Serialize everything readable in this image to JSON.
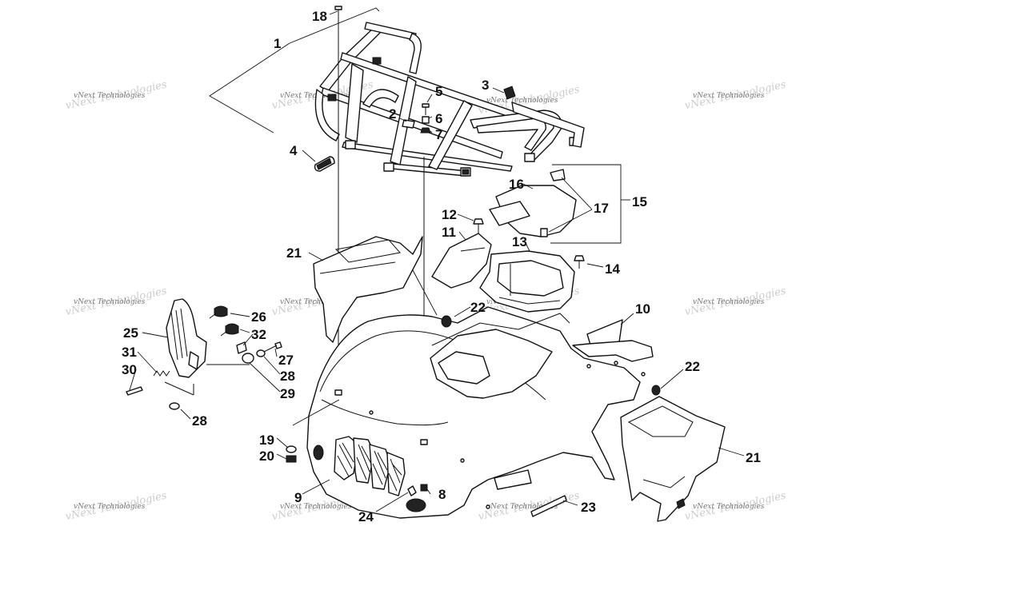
{
  "watermark": {
    "text": "vNext Technologies"
  },
  "callouts": [
    {
      "id": "c1",
      "label": "1"
    },
    {
      "id": "c2",
      "label": "2"
    },
    {
      "id": "c3",
      "label": "3"
    },
    {
      "id": "c4",
      "label": "4"
    },
    {
      "id": "c5",
      "label": "5"
    },
    {
      "id": "c6",
      "label": "6"
    },
    {
      "id": "c7",
      "label": "7"
    },
    {
      "id": "c8",
      "label": "8"
    },
    {
      "id": "c9",
      "label": "9"
    },
    {
      "id": "c10",
      "label": "10"
    },
    {
      "id": "c11",
      "label": "11"
    },
    {
      "id": "c12",
      "label": "12"
    },
    {
      "id": "c13",
      "label": "13"
    },
    {
      "id": "c14",
      "label": "14"
    },
    {
      "id": "c15",
      "label": "15"
    },
    {
      "id": "c16",
      "label": "16"
    },
    {
      "id": "c17",
      "label": "17"
    },
    {
      "id": "c18",
      "label": "18"
    },
    {
      "id": "c19",
      "label": "19"
    },
    {
      "id": "c20",
      "label": "20"
    },
    {
      "id": "c21a",
      "label": "21"
    },
    {
      "id": "c21b",
      "label": "21"
    },
    {
      "id": "c22a",
      "label": "22"
    },
    {
      "id": "c22b",
      "label": "22"
    },
    {
      "id": "c23",
      "label": "23"
    },
    {
      "id": "c24",
      "label": "24"
    },
    {
      "id": "c25",
      "label": "25"
    },
    {
      "id": "c26",
      "label": "26"
    },
    {
      "id": "c27",
      "label": "27"
    },
    {
      "id": "c28a",
      "label": "28"
    },
    {
      "id": "c28b",
      "label": "28"
    },
    {
      "id": "c29",
      "label": "29"
    },
    {
      "id": "c30",
      "label": "30"
    },
    {
      "id": "c31",
      "label": "31"
    },
    {
      "id": "c32",
      "label": "32"
    }
  ]
}
